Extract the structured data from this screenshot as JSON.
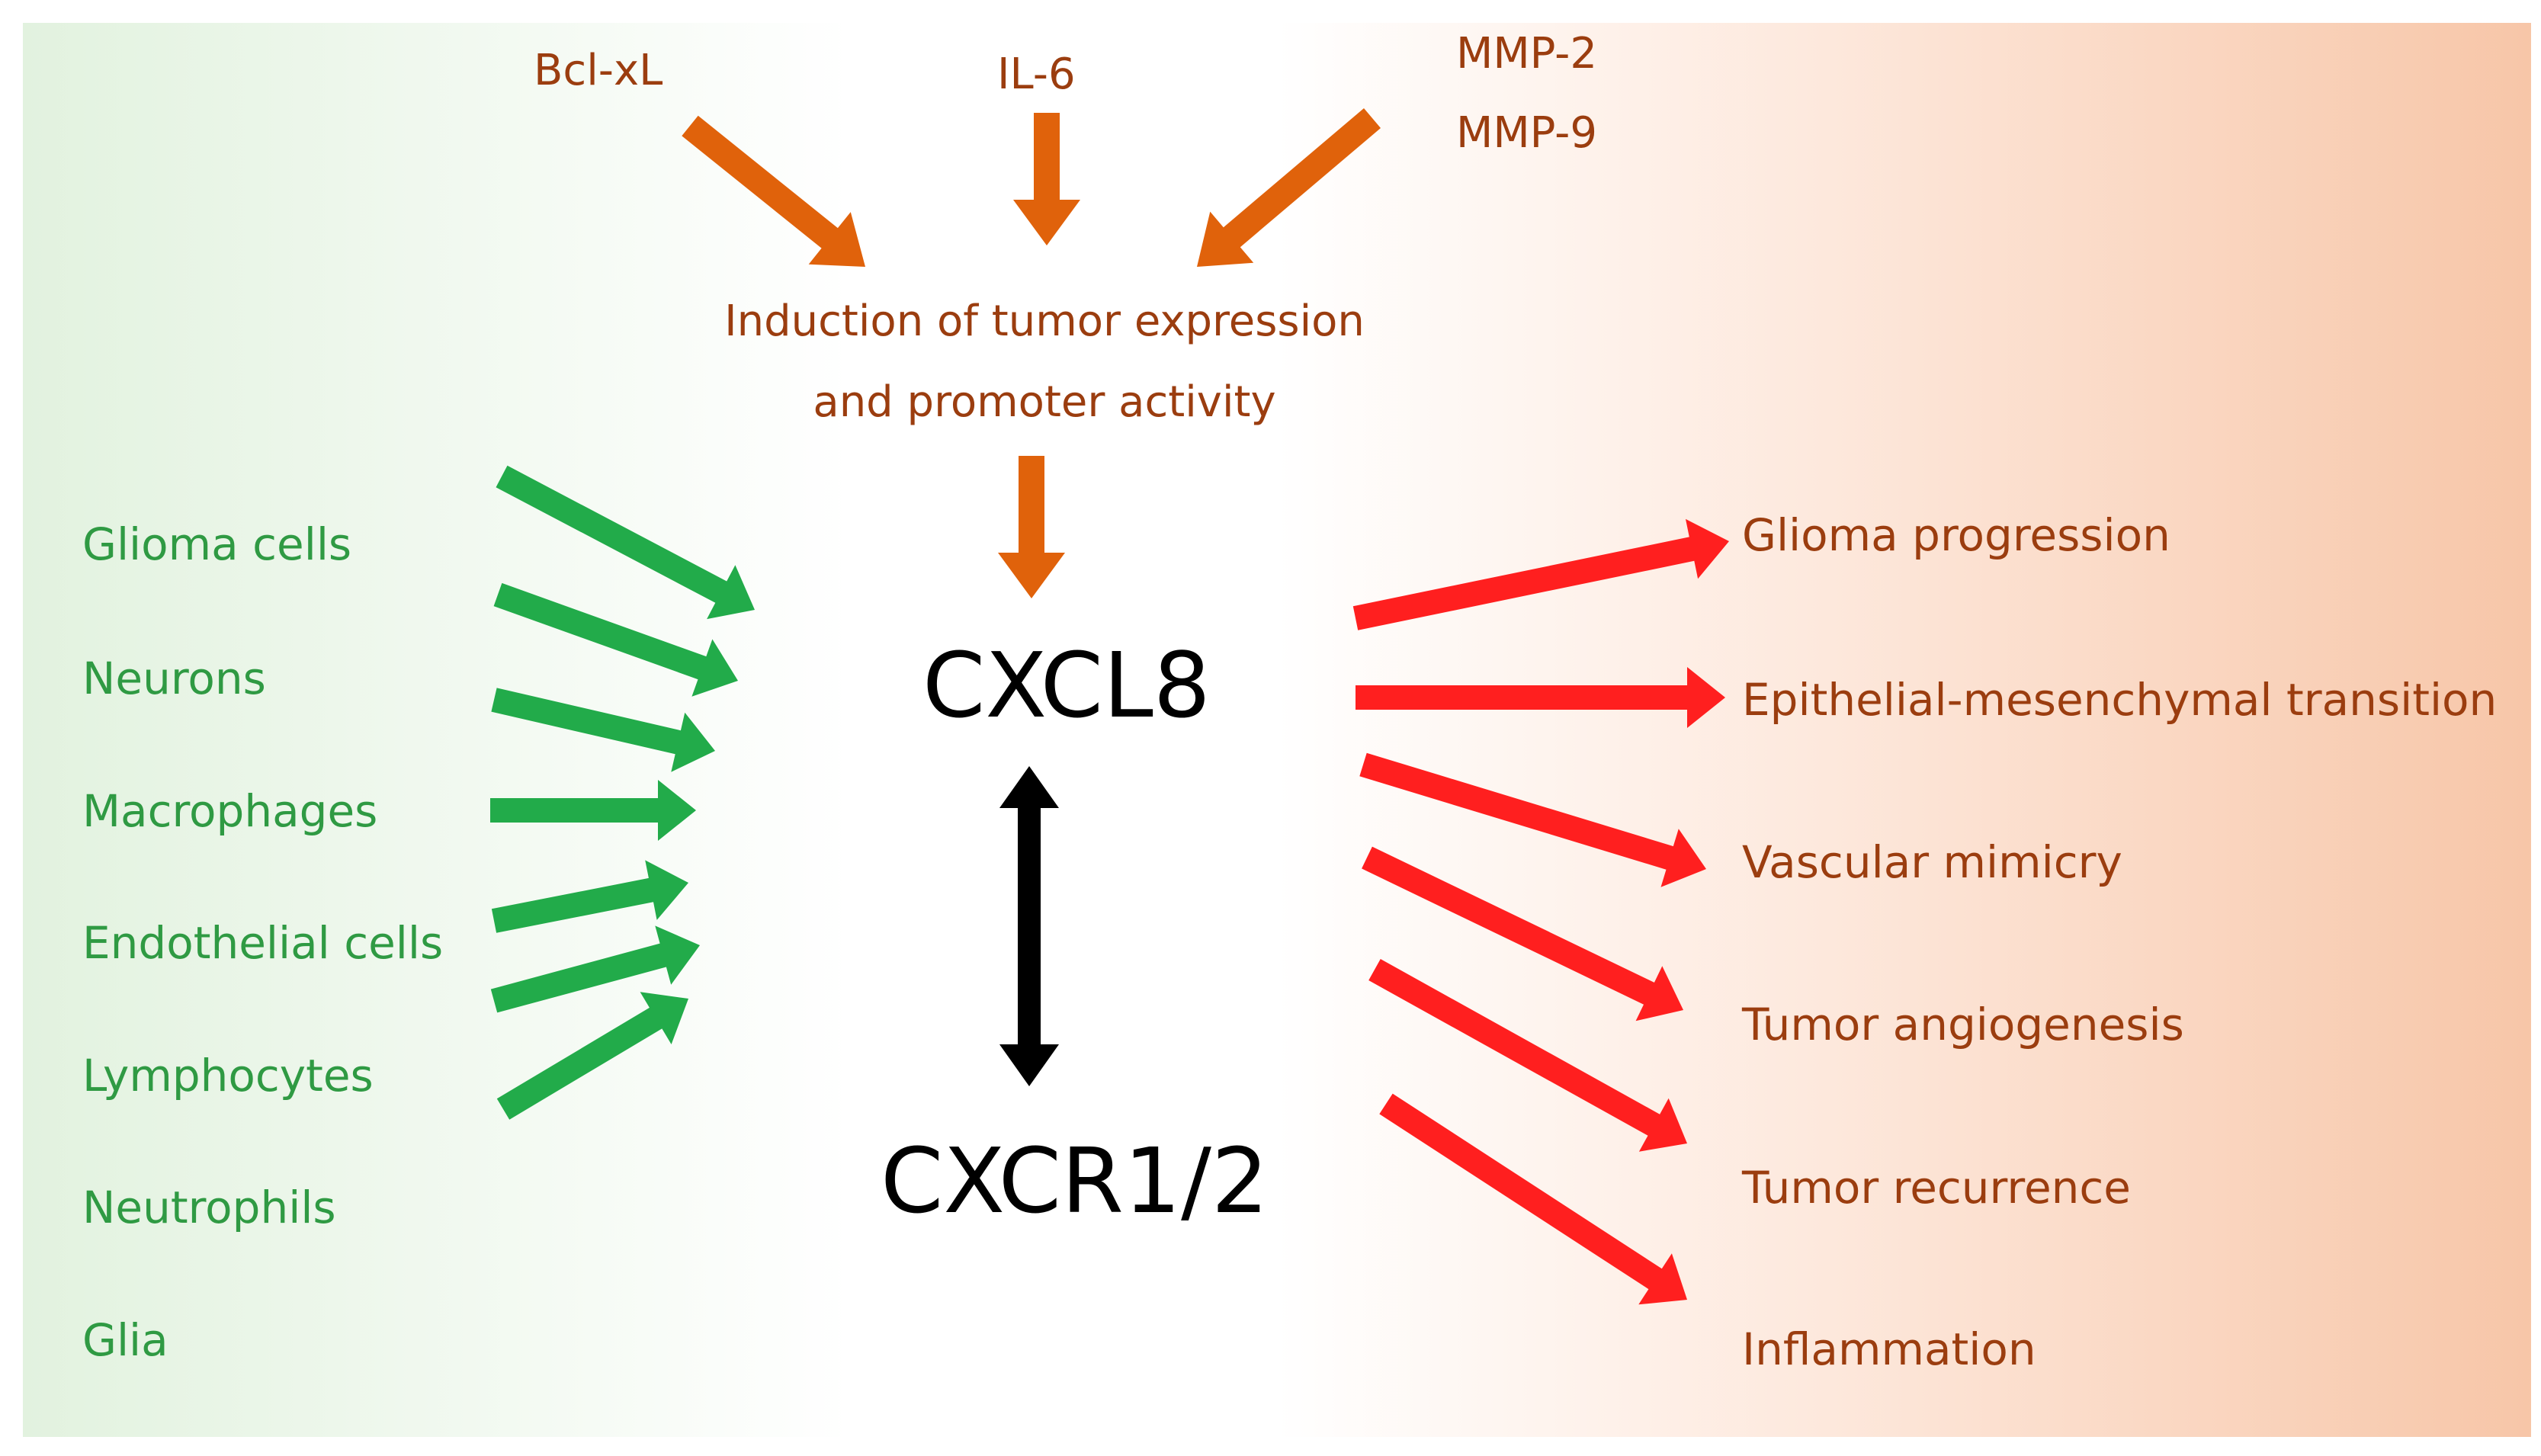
{
  "sources": [
    "Bcl-xL",
    "IL-6",
    "MMP-2",
    "MMP-9"
  ],
  "induction": [
    "Induction of tumor expression",
    "and promoter activity"
  ],
  "ligand": "CXCL8",
  "receptor": "CXCR1/2",
  "cell_sources": [
    "Glioma cells",
    "Neurons",
    "Macrophages",
    "Endothelial cells",
    "Lymphocytes",
    "Neutrophils",
    "Glia"
  ],
  "effects": [
    "Glioma progression",
    "Epithelial-mesenchymal transition",
    "Vascular mimicry",
    "Tumor angiogenesis",
    "Tumor recurrence",
    "Inflammation"
  ],
  "colors": {
    "upstream_arrow": "#e0620b",
    "cell_arrow": "#22ab4a",
    "effect_arrow": "#ff1f1f",
    "axis_arrow": "#000000",
    "upstream_text": "#9b3d0f",
    "cell_text": "#2f9a43",
    "effect_text": "#9b3d0f"
  }
}
